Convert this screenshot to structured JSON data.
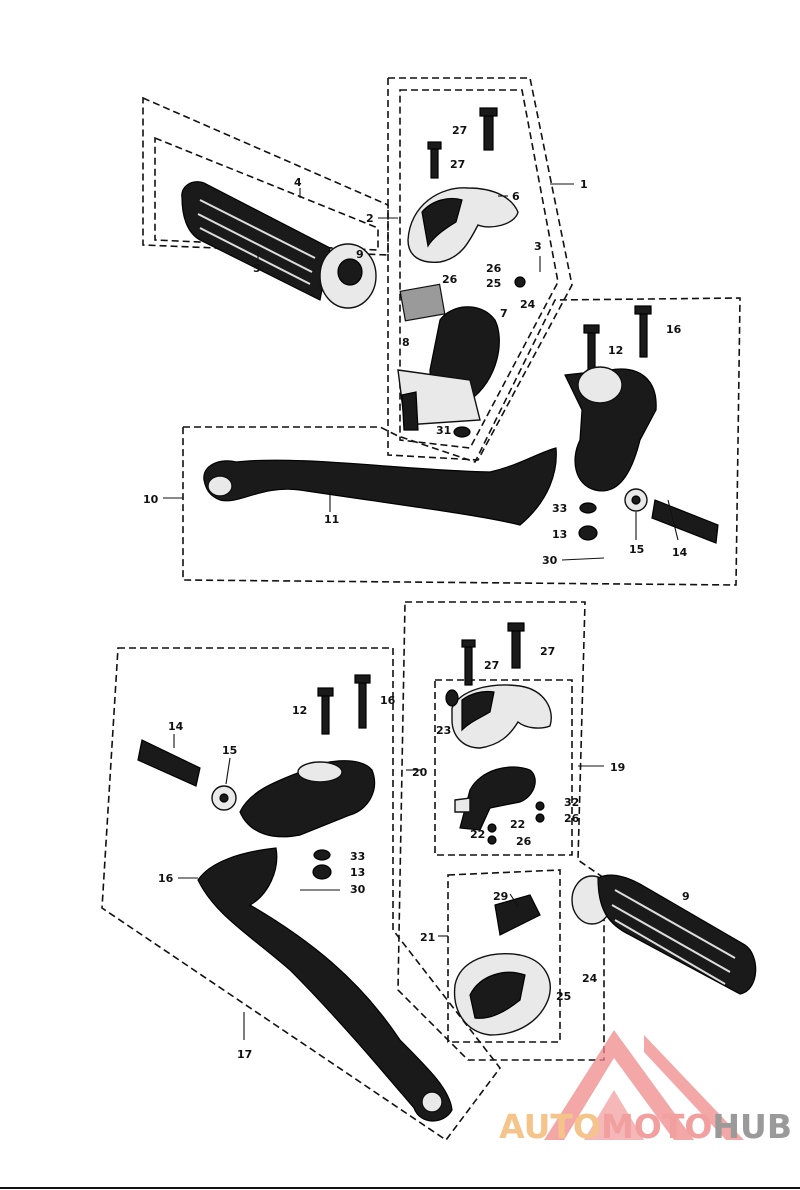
{
  "diagram": {
    "callouts": {
      "upper": [
        {
          "id": "c1",
          "label": "1"
        },
        {
          "id": "c2",
          "label": "2"
        },
        {
          "id": "c3",
          "label": "3"
        },
        {
          "id": "c4",
          "label": "4"
        },
        {
          "id": "c5",
          "label": "5"
        },
        {
          "id": "c6",
          "label": "6"
        },
        {
          "id": "c7",
          "label": "7"
        },
        {
          "id": "c8",
          "label": "8"
        },
        {
          "id": "c9",
          "label": "9"
        },
        {
          "id": "c10",
          "label": "10"
        },
        {
          "id": "c11",
          "label": "11"
        },
        {
          "id": "c12",
          "label": "12"
        },
        {
          "id": "c13",
          "label": "13"
        },
        {
          "id": "c14",
          "label": "14"
        },
        {
          "id": "c15",
          "label": "15"
        },
        {
          "id": "c16",
          "label": "16"
        },
        {
          "id": "c24",
          "label": "24"
        },
        {
          "id": "c25",
          "label": "25"
        },
        {
          "id": "c26a",
          "label": "26"
        },
        {
          "id": "c26b",
          "label": "26"
        },
        {
          "id": "c27a",
          "label": "27"
        },
        {
          "id": "c27b",
          "label": "27"
        },
        {
          "id": "c30",
          "label": "30"
        },
        {
          "id": "c31",
          "label": "31"
        },
        {
          "id": "c33",
          "label": "33"
        }
      ],
      "lower": [
        {
          "id": "d9",
          "label": "9"
        },
        {
          "id": "d12",
          "label": "12"
        },
        {
          "id": "d13",
          "label": "13"
        },
        {
          "id": "d14",
          "label": "14"
        },
        {
          "id": "d15",
          "label": "15"
        },
        {
          "id": "d16a",
          "label": "16"
        },
        {
          "id": "d16b",
          "label": "16"
        },
        {
          "id": "d17",
          "label": "17"
        },
        {
          "id": "d19",
          "label": "19"
        },
        {
          "id": "d20",
          "label": "20"
        },
        {
          "id": "d21",
          "label": "21"
        },
        {
          "id": "d22a",
          "label": "22"
        },
        {
          "id": "d22b",
          "label": "22"
        },
        {
          "id": "d23",
          "label": "23"
        },
        {
          "id": "d24",
          "label": "24"
        },
        {
          "id": "d25",
          "label": "25"
        },
        {
          "id": "d26a",
          "label": "26"
        },
        {
          "id": "d26b",
          "label": "26"
        },
        {
          "id": "d27a",
          "label": "27"
        },
        {
          "id": "d27b",
          "label": "27"
        },
        {
          "id": "d29",
          "label": "29"
        },
        {
          "id": "d30",
          "label": "30"
        },
        {
          "id": "d32",
          "label": "32"
        },
        {
          "id": "d33",
          "label": "33"
        }
      ]
    }
  },
  "watermark": {
    "part1": "AUTO",
    "part2": "MOTO",
    "part3": "HUB",
    "colors": {
      "auto": "#f5c48a",
      "moto": "#f29f9f",
      "hub": "#9a9a9a",
      "logo": "#f08a8a"
    }
  }
}
